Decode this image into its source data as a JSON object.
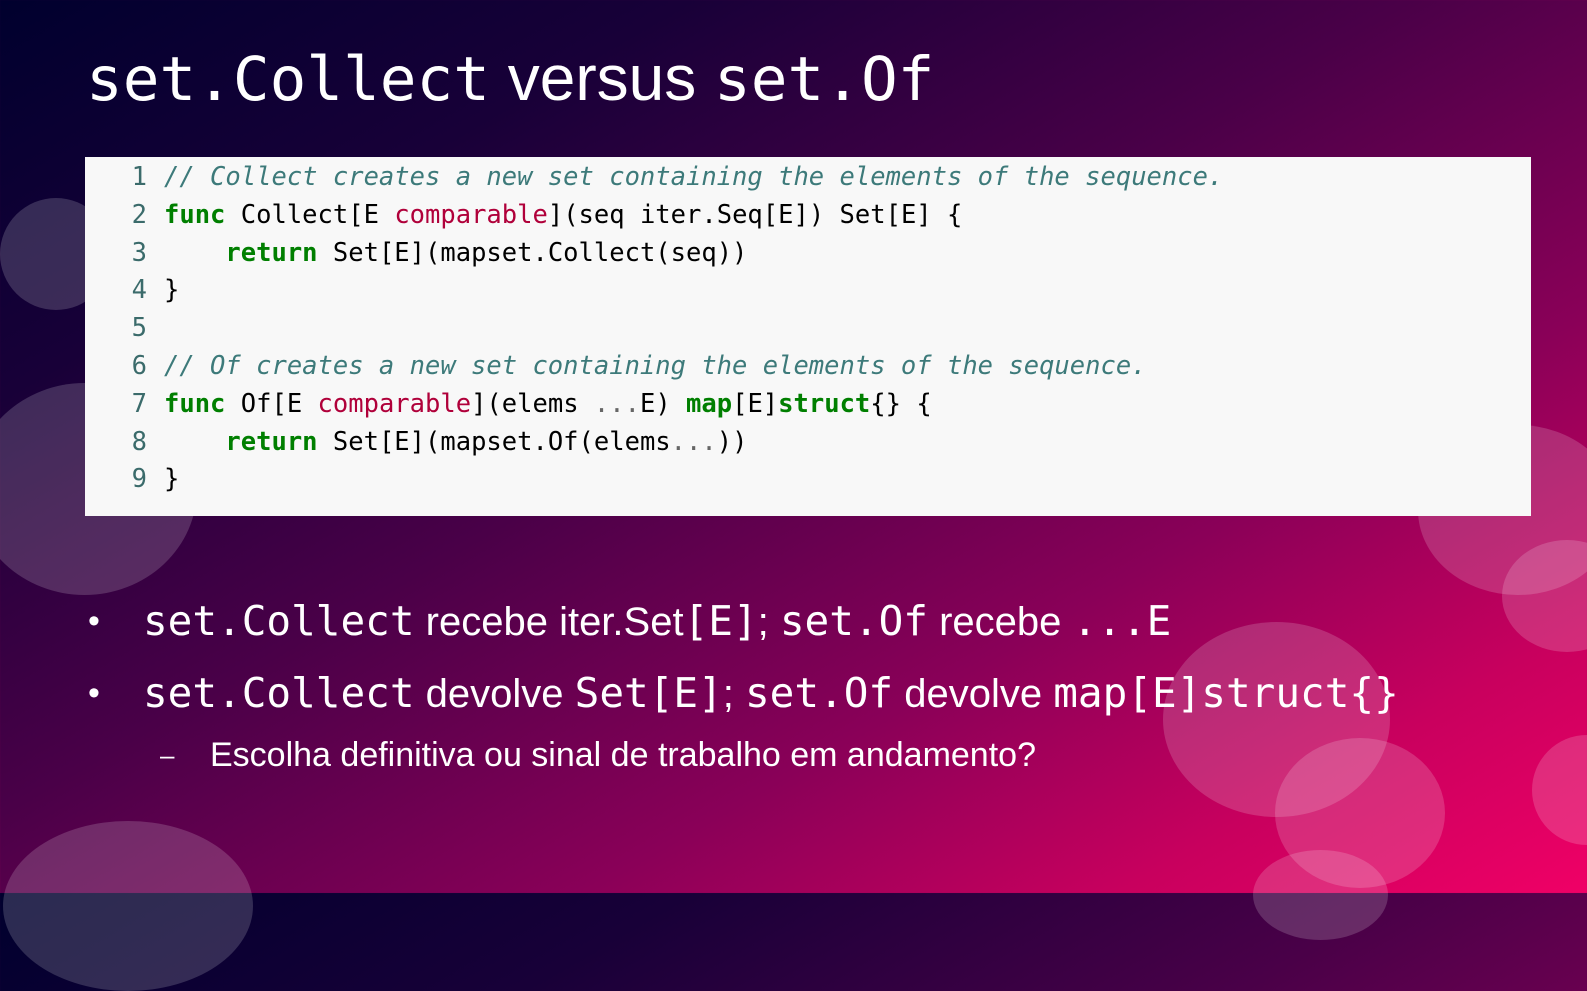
{
  "title": {
    "part1": "set.Collect",
    "part2": " versus ",
    "part3": "set.Of"
  },
  "code": {
    "line_numbers": [
      "1",
      "2",
      "3",
      "4",
      "5",
      "6",
      "7",
      "8",
      "9"
    ],
    "line1": "// Collect creates a new set containing the elements of the sequence.",
    "line2": {
      "kw": "func",
      "a": " Collect[E ",
      "ty": "comparable",
      "b": "](seq iter.Seq[E]) Set[E] {"
    },
    "line3": {
      "indent": "    ",
      "kw": "return",
      "a": " Set[E](mapset.Collect(seq))"
    },
    "line4": "}",
    "line6": "// Of creates a new set containing the elements of the sequence.",
    "line7": {
      "kw": "func",
      "a": " Of[E ",
      "ty": "comparable",
      "b": "](elems ",
      "op": "...",
      "c": "E) ",
      "kw2": "map",
      "d": "[E]",
      "kw3": "struct",
      "e": "{} {"
    },
    "line8": {
      "indent": "    ",
      "kw": "return",
      "a": " Set[E](mapset.Of(elems",
      "op": "...",
      "b": "))"
    },
    "line9": "}"
  },
  "bullets": [
    {
      "dot": "•",
      "c1": "set.Collect",
      "t1": " recebe iter.Set",
      "c2": "[E]",
      "t2": "; ",
      "c3": "set.Of",
      "t3": " recebe ",
      "c4": "...E"
    },
    {
      "dot": "•",
      "c1": "set.Collect",
      "t1": " devolve ",
      "c2": "Set[E]",
      "t2": "; ",
      "c3": "set.Of",
      "t3": " devolve ",
      "c4": "map[E]struct{}"
    }
  ],
  "subbullet": {
    "dash": "–",
    "text": "Escolha definitiva ou sinal de trabalho em andamento?"
  },
  "colors": {
    "code_bg": "#f8f8f8",
    "keyword": "#007f00",
    "type": "#b0003a",
    "comment": "#3d7a7a",
    "line_number": "#3b6b6b"
  }
}
